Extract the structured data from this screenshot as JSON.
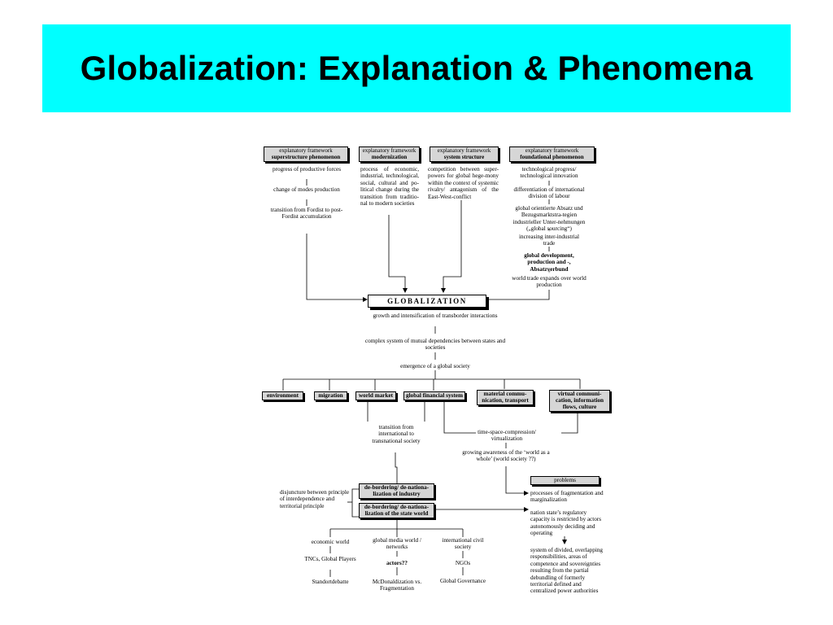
{
  "title": "Globalization: Explanation & Phenomena",
  "frameworks": [
    {
      "label": "explanatory framework",
      "name": "superstructure phenomenon"
    },
    {
      "label": "explanatory framework",
      "name": "modernization"
    },
    {
      "label": "explanatory framework",
      "name": "system structure"
    },
    {
      "label": "explanatory framework",
      "name": "foundational phenomenon"
    }
  ],
  "col1": {
    "a": "progress of productive forces",
    "b": "change of modes production",
    "c": "transition from Fordist to post-Fordist accumulation"
  },
  "col2": "process of economic, industrial, technological, social, cultural and po-litical change during the transition from traditio-nal to modern societies",
  "col3": "competition between super-powers for global hege-mony within the context of systemic rivalry/ antagonism of the East-West-conflict",
  "col4": {
    "a": "technological progress/ technological innovation",
    "b": "differentiation of international division of labour",
    "c": "global orientierte Absatz und Bezugsmarktstra-tegien industrieller Unter-nehmungen („global sourcing“)",
    "plus1": "+",
    "d": "increasing inter-industrial trade",
    "e": "global development, production and -, Absatzverbund",
    "plus2": "+",
    "f": "world trade expands over world production"
  },
  "globalization": "GLOBALIZATION",
  "center": {
    "a": "growth and intensification of transborder interactions",
    "b": "complex system of mutual dependencies between states and societies",
    "c": "emergence of a global society"
  },
  "categories": {
    "environment": "environment",
    "migration": "migration",
    "world_market": "world market",
    "global_financial": "global financial system",
    "material_comm": "material commu-nication, transport",
    "virtual_comm": "virtual communi-cation, information flows, culture"
  },
  "transition": "transition from international to transnational society",
  "time_space": "time-space-compression/ virtualization",
  "awareness": "growing awareness of the ‘world as a whole’ (world society ??)",
  "debordering": {
    "industry": "de-bordering/ de-nationa-lization of industry",
    "state": "de-bordering/ de-nationa-lization of the state world"
  },
  "disjuncture": "disjuncture between principle of interdependence and territorial principle",
  "problems": {
    "label": "problems",
    "a": "processes of fragmentation and marginalization",
    "b": "nation state’s regulatory capacity is restricted by actors autonomously deciding and operating",
    "c": "system of divided, overlapping responsibilities, areas of competence and sovereignties resulting from the partial debundling of formerly territorial defined and centralized power authorities"
  },
  "bottom": {
    "economic_world": "economic world",
    "tncs": "TNCs, Global Players",
    "standort": "Standortdebatte",
    "media": "global media world / networks",
    "actors": "actors??",
    "mcd": "McDonaldization vs. Fragmentation",
    "civil": "international civil society",
    "ngos": "NGOs",
    "governance": "Global Governance"
  }
}
